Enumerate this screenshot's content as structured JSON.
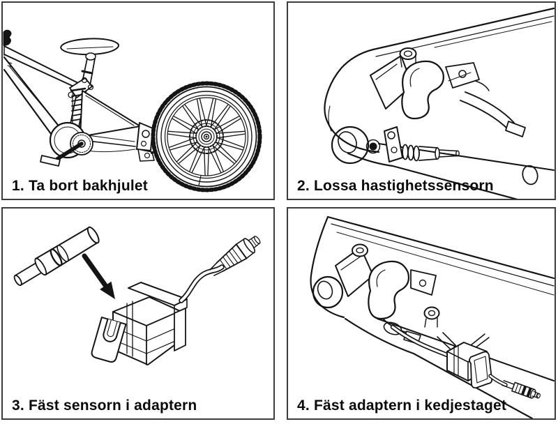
{
  "document": {
    "type": "installation-instructions",
    "language": "sv",
    "background_color": "#ffffff",
    "line_color": "#141414",
    "panel_border_color": "#3c3c3c",
    "text_color": "#0a0a0a"
  },
  "steps": [
    {
      "number": 1,
      "caption": "1. Ta bort bakhjulet",
      "illustration": "bike-frame-with-removed-rear-wheel"
    },
    {
      "number": 2,
      "caption": "2. Lossa hastighetssensorn",
      "illustration": "chainstay-closeup-speed-sensor"
    },
    {
      "number": 3,
      "caption": "3. Fäst sensorn i adaptern",
      "illustration": "sensor-and-adapter-with-insert-arrow"
    },
    {
      "number": 4,
      "caption": "4. Fäst adaptern i kedjestaget",
      "illustration": "adapter-mounted-on-chainstay"
    }
  ]
}
